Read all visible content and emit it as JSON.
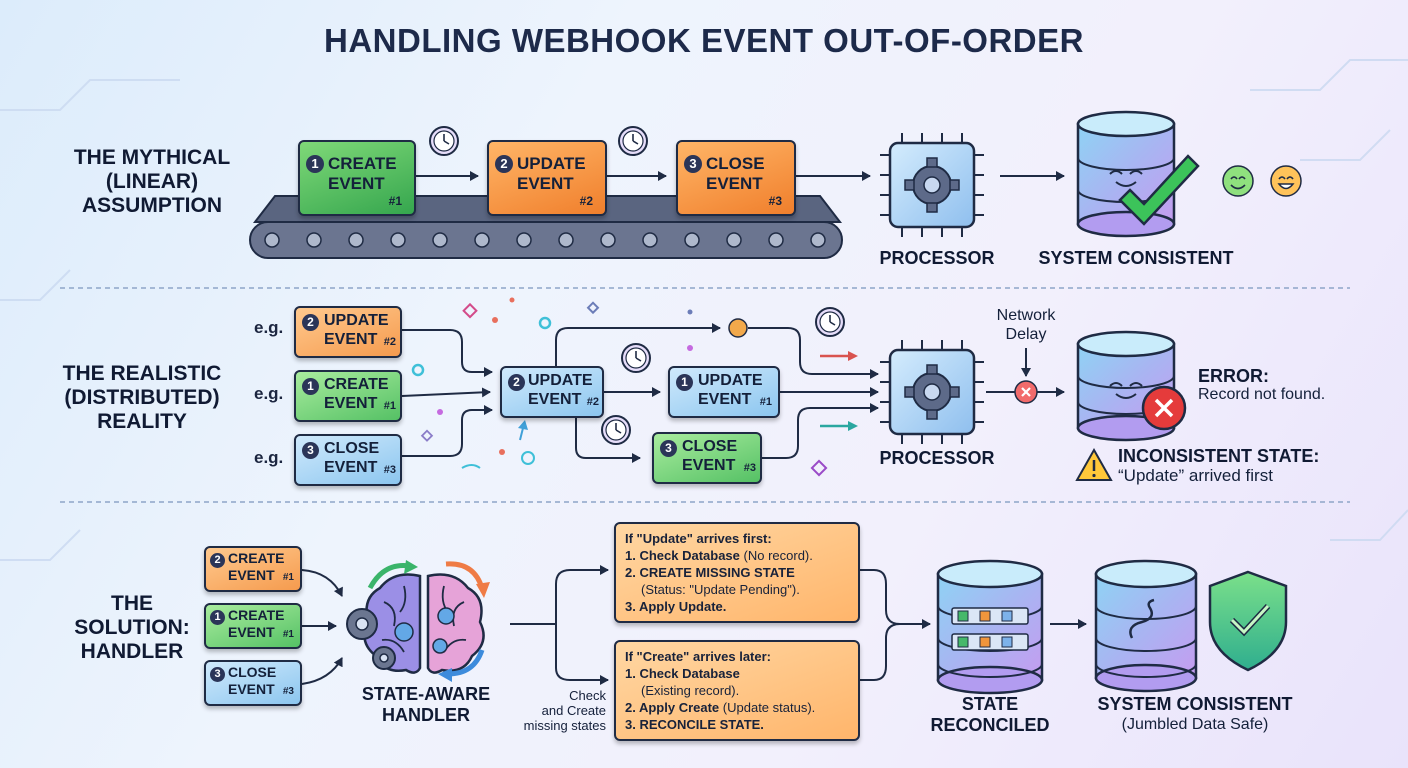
{
  "title": "HANDLING WEBHOOK EVENT OUT-OF-ORDER",
  "row1": {
    "label_lines": [
      "THE MYTHICAL",
      "(LINEAR)",
      "ASSUMPTION"
    ],
    "events": [
      {
        "num": "1",
        "line1": "CREATE",
        "line2": "EVENT",
        "hash": "#1"
      },
      {
        "num": "2",
        "line1": "UPDATE",
        "line2": "EVENT",
        "hash": "#2"
      },
      {
        "num": "3",
        "line1": "CLOSE",
        "line2": "EVENT",
        "hash": "#3"
      }
    ],
    "processor_label": "PROCESSOR",
    "result_label": "SYSTEM CONSISTENT"
  },
  "row2": {
    "label_lines": [
      "THE REALISTIC",
      "(DISTRIBUTED)",
      "REALITY"
    ],
    "eg_label": "e.g.",
    "events": [
      {
        "num": "2",
        "line1": "UPDATE",
        "line2": "EVENT",
        "hash": "#2"
      },
      {
        "num": "1",
        "line1": "CREATE",
        "line2": "EVENT",
        "hash": "#1"
      },
      {
        "num": "3",
        "line1": "CLOSE",
        "line2": "EVENT",
        "hash": "#3"
      }
    ],
    "mid_events": [
      {
        "num": "2",
        "line1": "UPDATE",
        "line2": "EVENT",
        "hash": "#2"
      },
      {
        "num": "1",
        "line1": "UPDATE",
        "line2": "EVENT",
        "hash": "#1"
      },
      {
        "num": "3",
        "line1": "CLOSE",
        "line2": "EVENT",
        "hash": "#3"
      }
    ],
    "network_delay_lines": [
      "Network",
      "Delay"
    ],
    "processor_label": "PROCESSOR",
    "error_title": "ERROR:",
    "error_text": "Record not found.",
    "inconsistent_title": "INCONSISTENT STATE:",
    "inconsistent_text": "“Update” arrived first"
  },
  "row3": {
    "label_lines": [
      "THE",
      "SOLUTION:",
      "HANDLER"
    ],
    "events": [
      {
        "num": "2",
        "line1": "CREATE",
        "line2": "EVENT",
        "hash": "#1"
      },
      {
        "num": "1",
        "line1": "CREATE",
        "line2": "EVENT",
        "hash": "#1"
      },
      {
        "num": "3",
        "line1": "CLOSE",
        "line2": "EVENT",
        "hash": "#3"
      }
    ],
    "handler_lines": [
      "STATE-AWARE",
      "HANDLER"
    ],
    "check_lines": [
      "Check",
      "and Create",
      "missing states"
    ],
    "note1": {
      "title": "If \"Update\" arrives first:",
      "l1b": "1. Check Database",
      "l1r": " (No record).",
      "l2": "2. CREATE MISSING STATE",
      "l3": "(Status: \"Update Pending\").",
      "l4": "3. Apply Update."
    },
    "note2": {
      "title": "If \"Create\" arrives later:",
      "l1": "1. Check Database",
      "l2": "(Existing record).",
      "l3b": "2. Apply Create",
      "l3r": " (Update status).",
      "l4": "3. RECONCILE STATE."
    },
    "reconciled_lines": [
      "STATE",
      "RECONCILED"
    ],
    "final_label": "SYSTEM CONSISTENT",
    "final_sub": "(Jumbled Data Safe)"
  },
  "colors": {
    "green_event": "#4cba5c",
    "orange_event": "#f28d3c",
    "blue_event": "#9fd0f3",
    "error_red": "#e53b3b",
    "success_green": "#35b24a"
  }
}
